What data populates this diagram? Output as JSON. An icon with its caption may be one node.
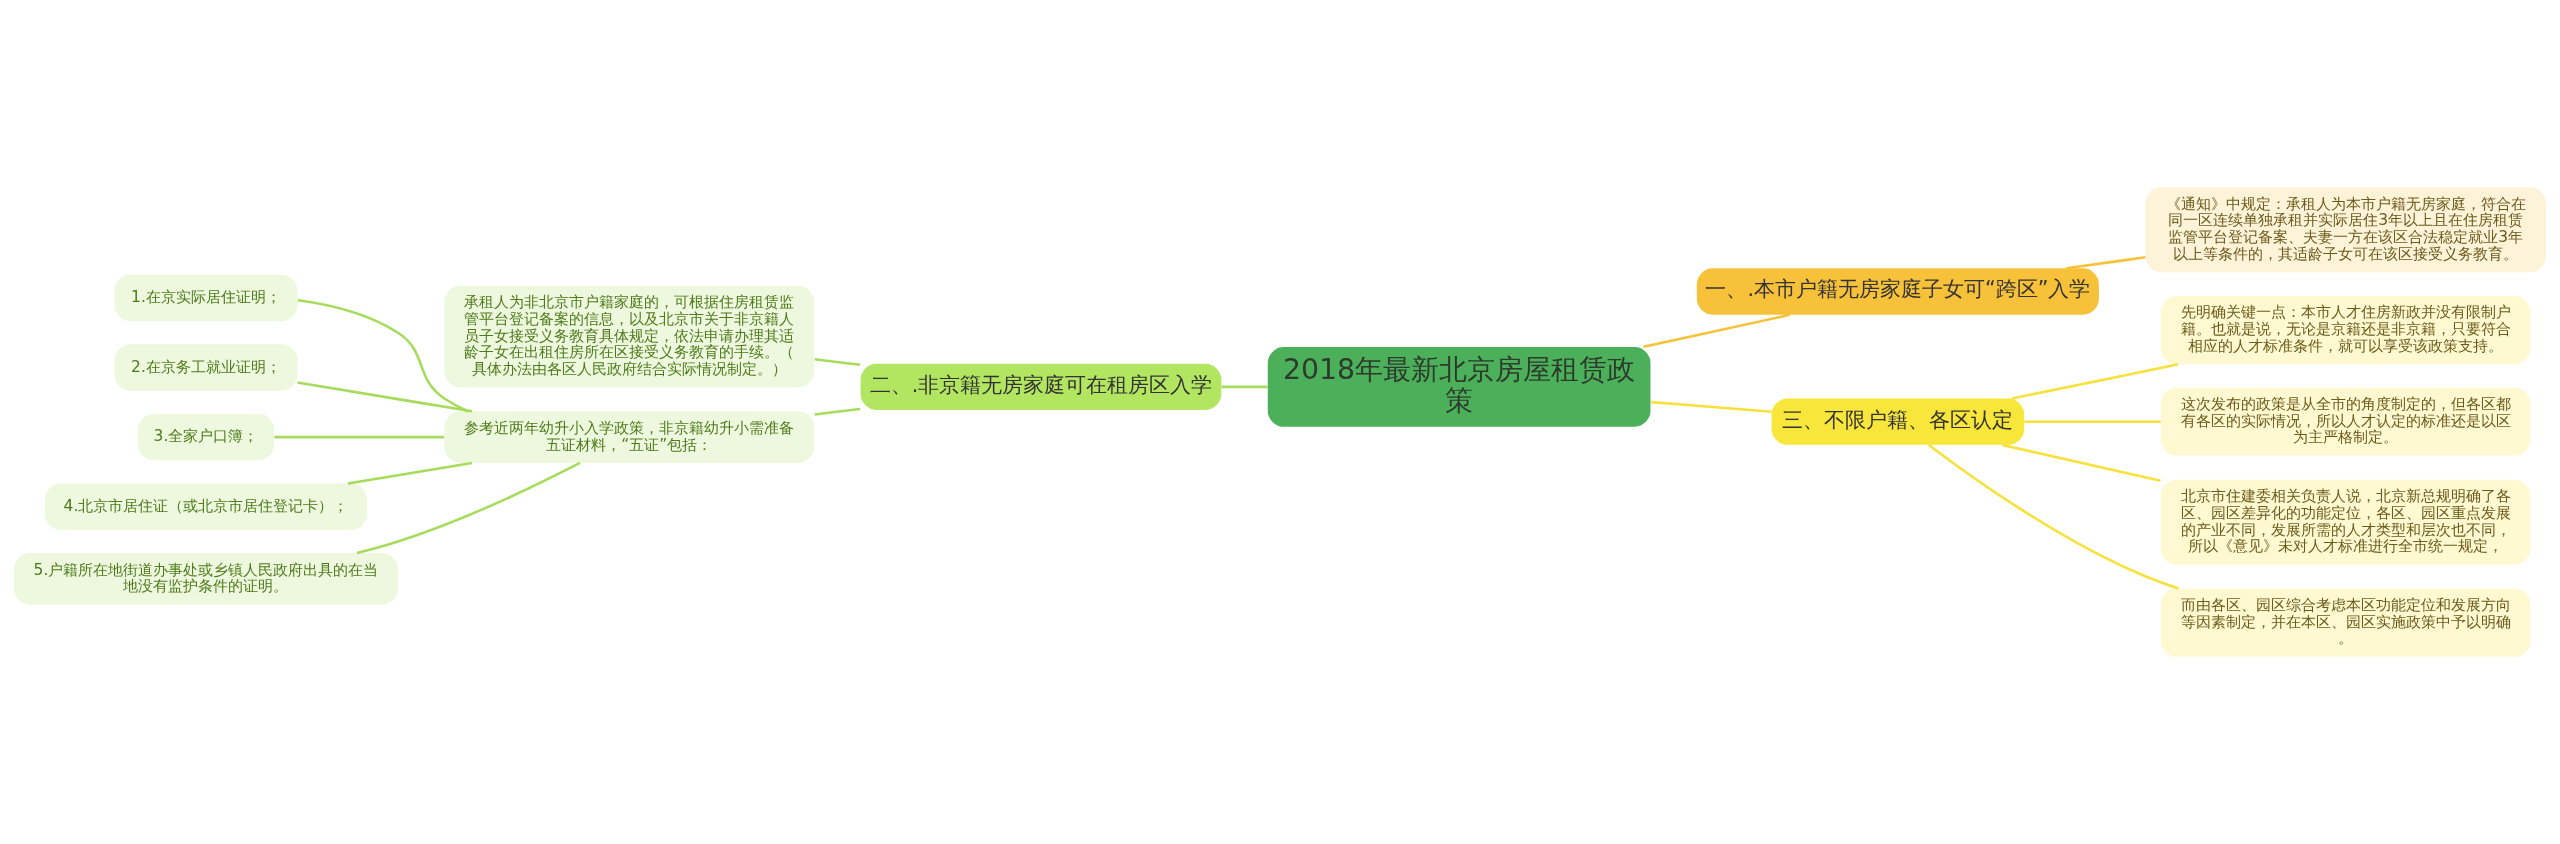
{
  "diagram": {
    "nodes": [
      {
        "text": [
          "2018年最新北京房屋租赁政策"
        ]
      },
      {
        "text": [
          "一、.本市户籍无房家庭子女可“跨区”入学"
        ]
      },
      {
        "text": [
          "《通知》中规定：承租人为本市户籍无房家庭，符合在同一区连续单独承租并实际居住3年以上且在住房租赁监管平台登记备案、夫妻一方在该区合法稳定就业3年以上等条件的，其适龄子女可在该区接受义务教育。"
        ]
      },
      {
        "text": [
          "三、不限户籍、各区认定"
        ]
      },
      {
        "text": [
          "先明确关键一点：本市人才住房新政并没有限制户籍。也就是说，无论是京籍还是非京籍，只要符合相应的人才标准条件，就可以享受该政策支持。"
        ]
      },
      {
        "text": [
          "这次发布的政策是从全市的角度制定的，但各区都有各区的实际情况，所以人才认定的标准还是以区为主严格制定。"
        ]
      },
      {
        "text": [
          "北京市住建委相关负责人说，北京新总规明确了各区、园区差异化的功能定位，各区、园区重点发展的产业不同，发展所需的人才类型和层次也不同，所以《意见》未对人才标准进行全市统一规定，"
        ]
      },
      {
        "text": [
          "而由各区、园区综合考虑本区功能定位和发展方向等因素制定，并在本区、园区实施政策中予以明确。"
        ]
      },
      {
        "text": [
          "二、.非京籍无房家庭可在租房区入学"
        ]
      },
      {
        "text": [
          "承租人为非北京市户籍家庭的，可根据住房租赁监管平台登记备案的信息，以及北京市关于非京籍人员子女接受义务教育具体规定，依法申请办理其适龄子女在出租住房所在区接受义务教育的手续。（具体办法由各区人民政府结合实际情况制定。）"
        ]
      },
      {
        "text": [
          "参考近两年幼升小入学政策，非京籍幼升小需准备五证材料，“五证”包括："
        ]
      },
      {
        "text": [
          "1.在京实际居住证明；"
        ]
      },
      {
        "text": [
          "2.在京务工就业证明；"
        ]
      },
      {
        "text": [
          "3.全家户口簿；"
        ]
      },
      {
        "text": [
          "4.北京市居住证（或北京市居住登记卡）；"
        ]
      },
      {
        "text": [
          "5.户籍所在地街道办事处或乡镇人民政府出具的在当地没有监护条件的证明。"
        ]
      }
    ],
    "edges": [
      {
        "from": 0,
        "to": 1,
        "arrow": "none",
        "color": "#f8c13a"
      },
      {
        "from": 1,
        "to": 2,
        "arrow": "none",
        "color": "#f8c13a"
      },
      {
        "from": 0,
        "to": 3,
        "arrow": "none",
        "color": "#f7e13b"
      },
      {
        "from": 3,
        "to": 4,
        "arrow": "none",
        "color": "#f7e13b"
      },
      {
        "from": 3,
        "to": 5,
        "arrow": "none",
        "color": "#f7e13b"
      },
      {
        "from": 3,
        "to": 6,
        "arrow": "none",
        "color": "#f7e13b"
      },
      {
        "from": 3,
        "to": 7,
        "arrow": "none",
        "color": "#f7e13b"
      },
      {
        "from": 0,
        "to": 8,
        "arrow": "none"
      },
      {
        "from": 8,
        "to": 9,
        "arrow": "none"
      },
      {
        "from": 8,
        "to": 10,
        "arrow": "none"
      },
      {
        "from": 10,
        "to": 11,
        "arrow": "none"
      },
      {
        "from": 10,
        "to": 12,
        "arrow": "none"
      },
      {
        "from": 10,
        "to": 13,
        "arrow": "none"
      },
      {
        "from": 10,
        "to": 14,
        "arrow": "none"
      },
      {
        "from": 10,
        "to": 15,
        "arrow": "none"
      }
    ]
  }
}
